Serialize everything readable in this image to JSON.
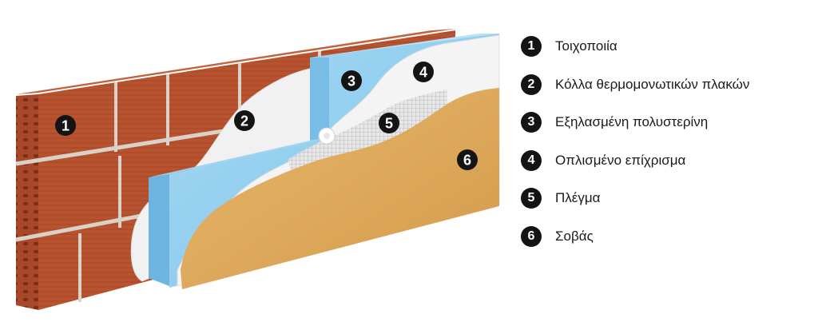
{
  "colors": {
    "brick": "#b8532f",
    "brick_dark": "#8e3a1f",
    "mortar": "#d9d2c8",
    "adhesive": "#f1f1f1",
    "eps": "#8fcdee",
    "eps_side": "#6db4e0",
    "mesh": "#cfcfcf",
    "plaster": "#dfa95c",
    "badge": "#141414"
  },
  "callouts": [
    {
      "number": "1"
    },
    {
      "number": "2"
    },
    {
      "number": "3"
    },
    {
      "number": "4"
    },
    {
      "number": "5"
    },
    {
      "number": "6"
    }
  ],
  "legend": [
    {
      "number": "1",
      "label": "Τοιχοποιία"
    },
    {
      "number": "2",
      "label": "Κόλλα θερμομονωτικών πλακών"
    },
    {
      "number": "3",
      "label": "Εξηλασμένη πολυστερίνη"
    },
    {
      "number": "4",
      "label": "Οπλισμένο επίχρισμα"
    },
    {
      "number": "5",
      "label": "Πλέγμα"
    },
    {
      "number": "6",
      "label": "Σοβάς"
    }
  ]
}
